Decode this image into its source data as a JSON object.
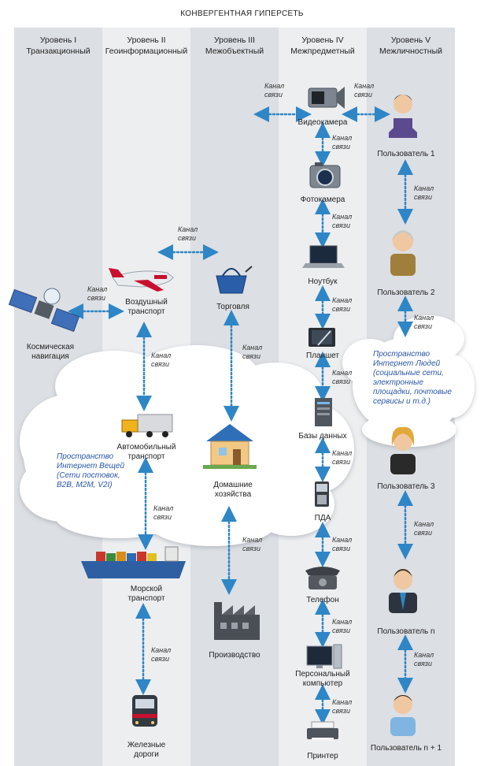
{
  "title": "КОНВЕРГЕНТНАЯ ГИПЕРСЕТЬ",
  "levels": [
    {
      "l1": "Уровень I",
      "l2": "Транзакционный"
    },
    {
      "l1": "Уровень II",
      "l2": "Геоинформационный"
    },
    {
      "l1": "Уровень III",
      "l2": "Межобъектный"
    },
    {
      "l1": "Уровень IV",
      "l2": "Межпредметный"
    },
    {
      "l1": "Уровень V",
      "l2": "Межличностный"
    }
  ],
  "channel": {
    "l1": "Канал",
    "l2": "связи"
  },
  "spaces": {
    "things": {
      "l1": "Пространство",
      "l2": "Интернет Вещей",
      "l3": "(Сети постовок,",
      "l4": "B2B, M2M, V2I)"
    },
    "people": {
      "l1": "Пространство",
      "l2": "Интернет Людей",
      "l3": "(социальные сети,",
      "l4": "электронные",
      "l5": "площадки, почтовые",
      "l6": "сервисы и т.д.)"
    }
  },
  "nodes": {
    "satellite": {
      "l1": "Космическая",
      "l2": "навигация"
    },
    "plane": {
      "l1": "Воздушный",
      "l2": "транспорт"
    },
    "truck": {
      "l1": "Автомобильный",
      "l2": "транспорт"
    },
    "ship": {
      "l1": "Морской",
      "l2": "транспорт"
    },
    "train": {
      "l1": "Железные",
      "l2": "дороги"
    },
    "trade": {
      "l1": "Торговля"
    },
    "home": {
      "l1": "Домашние",
      "l2": "хозяйства"
    },
    "factory": {
      "l1": "Производство"
    },
    "videocam": {
      "l1": "Видеокамера"
    },
    "camera": {
      "l1": "Фотокамера"
    },
    "laptop": {
      "l1": "Ноутбук"
    },
    "tablet": {
      "l1": "Планшет"
    },
    "db": {
      "l1": "Базы данных"
    },
    "pda": {
      "l1": "ПДА"
    },
    "phone": {
      "l1": "Телефон"
    },
    "pc": {
      "l1": "Персональный",
      "l2": "компьютер"
    },
    "printer": {
      "l1": "Принтер"
    },
    "user1": {
      "l1": "Пользователь 1"
    },
    "user2": {
      "l1": "Пользователь 2"
    },
    "user3": {
      "l1": "Пользователь 3"
    },
    "usern": {
      "l1": "Пользователь n"
    },
    "usern1": {
      "l1": "Пользователь n + 1"
    }
  },
  "colors": {
    "col_dark": "#dcdfe3",
    "col_light": "#eceef0",
    "link": "#2f86c6",
    "space_text": "#2a56a8",
    "cloud": "#ffffff"
  }
}
